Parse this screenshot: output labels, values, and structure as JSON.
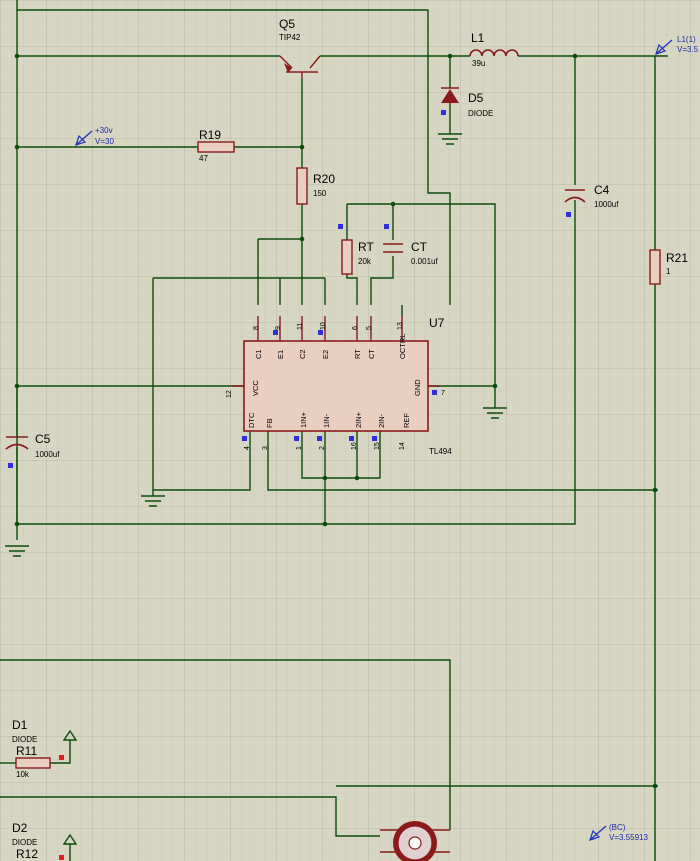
{
  "colors": {
    "background": "#d6d6c2",
    "grid_minor": "#c6c6b2",
    "grid_major": "#b4b4a0",
    "wire": "#0b4d0b",
    "component": "#8b1a1a",
    "component_fill": "#e8cfc0",
    "pin_marker": "#2f2fe0",
    "probe": "#2233bb",
    "red_marker": "#e02020"
  },
  "components": {
    "q5": {
      "ref": "Q5",
      "value": "TIP42"
    },
    "l1": {
      "ref": "L1",
      "value": "39u"
    },
    "d5": {
      "ref": "D5",
      "value": "DIODE"
    },
    "r19": {
      "ref": "R19",
      "value": "47"
    },
    "r20": {
      "ref": "R20",
      "value": "150"
    },
    "rt": {
      "ref": "RT",
      "value": "20k"
    },
    "ct": {
      "ref": "CT",
      "value": "0.001uf"
    },
    "c4": {
      "ref": "C4",
      "value": "1000uf"
    },
    "r21": {
      "ref": "R21",
      "value": "1"
    },
    "c5": {
      "ref": "C5",
      "value": "1000uf"
    },
    "u7": {
      "ref": "U7",
      "value": "TL494"
    },
    "d1": {
      "ref": "D1",
      "value": "DIODE"
    },
    "r11": {
      "ref": "R11",
      "value": "10k"
    },
    "d2": {
      "ref": "D2",
      "value": "DIODE"
    },
    "r12": {
      "ref": "R12",
      "value": ""
    }
  },
  "probes": {
    "v30": {
      "name": "+30v",
      "value": "V=30"
    },
    "l1": {
      "name": "L1(1)",
      "value": "V=3.5"
    },
    "bc": {
      "name": "(BC)",
      "value": "V=3.55913"
    }
  },
  "u7_pins": {
    "top": [
      {
        "num": "8",
        "name": "C1"
      },
      {
        "num": "9",
        "name": "E1"
      },
      {
        "num": "11",
        "name": "C2"
      },
      {
        "num": "10",
        "name": "E2"
      },
      {
        "num": "6",
        "name": "RT"
      },
      {
        "num": "5",
        "name": "CT"
      },
      {
        "num": "13",
        "name": "OCTRL"
      }
    ],
    "left": [
      {
        "num": "12",
        "name": "VCC"
      }
    ],
    "right": [
      {
        "num": "7",
        "name": "GND"
      }
    ],
    "bottom": [
      {
        "num": "4",
        "name": "DTC"
      },
      {
        "num": "3",
        "name": "FB"
      },
      {
        "num": "1",
        "name": "1IN+"
      },
      {
        "num": "2",
        "name": "1IN-"
      },
      {
        "num": "16",
        "name": "2IN+"
      },
      {
        "num": "15",
        "name": "2IN-"
      },
      {
        "num": "14",
        "name": "REF"
      }
    ]
  }
}
